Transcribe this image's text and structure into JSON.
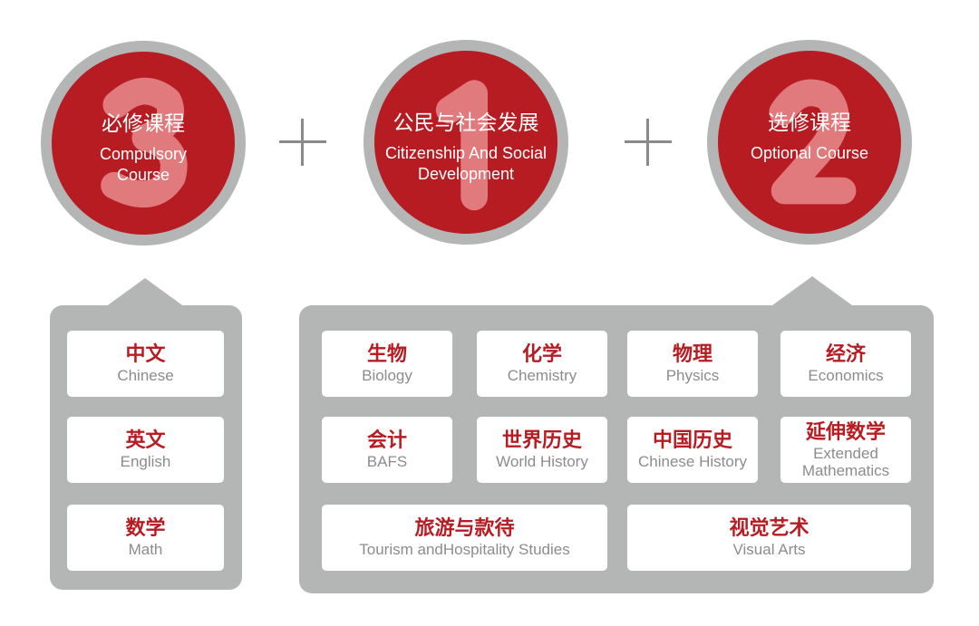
{
  "circles": [
    {
      "number": "3",
      "cn": "必修课程",
      "en": "Compulsory Course"
    },
    {
      "number": "1",
      "cn": "公民与社会发展",
      "en": "Citizenship And Social Development"
    },
    {
      "number": "2",
      "cn": "选修课程",
      "en": "Optional Course"
    }
  ],
  "compulsory": [
    {
      "cn": "中文",
      "en": "Chinese"
    },
    {
      "cn": "英文",
      "en": "English"
    },
    {
      "cn": "数学",
      "en": "Math"
    }
  ],
  "optional": [
    {
      "cn": "生物",
      "en": "Biology"
    },
    {
      "cn": "化学",
      "en": "Chemistry"
    },
    {
      "cn": "物理",
      "en": "Physics"
    },
    {
      "cn": "经济",
      "en": "Economics"
    },
    {
      "cn": "会计",
      "en": "BAFS"
    },
    {
      "cn": "世界历史",
      "en": "World History"
    },
    {
      "cn": "中国历史",
      "en": "Chinese History"
    },
    {
      "cn": "延伸数学",
      "en": "Extended Mathematics"
    },
    {
      "cn": "旅游与款待",
      "en": "Tourism andHospitality Studies"
    },
    {
      "cn": "视觉艺术",
      "en": "Visual Arts"
    }
  ],
  "colors": {
    "red": "#b71c23",
    "gray": "#b4b5b5"
  }
}
